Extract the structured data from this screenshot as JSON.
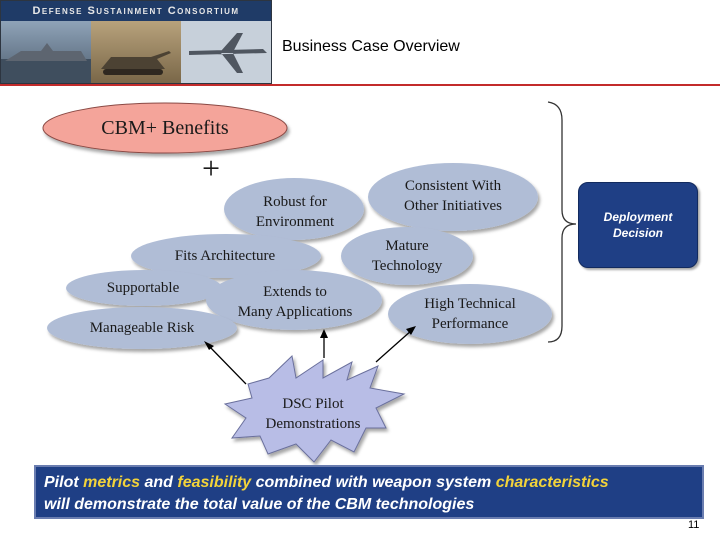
{
  "header": {
    "org_title": "Defense Sustainment Consortium",
    "page_title": "Business Case Overview"
  },
  "diagram": {
    "benefits_title": "CBM+ Benefits",
    "plus_sign": "+",
    "benefits": {
      "robust": [
        "Robust for",
        "Environment"
      ],
      "consistent": [
        "Consistent With",
        "Other Initiatives"
      ],
      "mature": [
        "Mature",
        "Technology"
      ],
      "fits": "Fits Architecture",
      "supportable": "Supportable",
      "extends": [
        "Extends to",
        "Many Applications"
      ],
      "high_perf": [
        "High Technical",
        "Performance"
      ],
      "manageable": "Manageable Risk"
    },
    "dsc": [
      "DSC Pilot",
      "Demonstrations"
    ],
    "decision": [
      "Deployment",
      "Decision"
    ]
  },
  "footer": {
    "part1": "Pilot ",
    "hl1": "metrics",
    "part2": " and ",
    "hl2": "feasibility",
    "part3": " combined with weapon system ",
    "hl3": "characteristics",
    "line2": "will demonstrate the total value of the CBM technologies"
  },
  "page_number": "11",
  "colors": {
    "title_pill": "#f4a49a",
    "benefit_ellipse": "#b0bdd6",
    "decision_box": "#1f3f85",
    "footer_box": "#1f3f85",
    "footer_highlight": "#f2d33a",
    "rule": "#c32b2b",
    "starburst": "#b8bde6"
  }
}
